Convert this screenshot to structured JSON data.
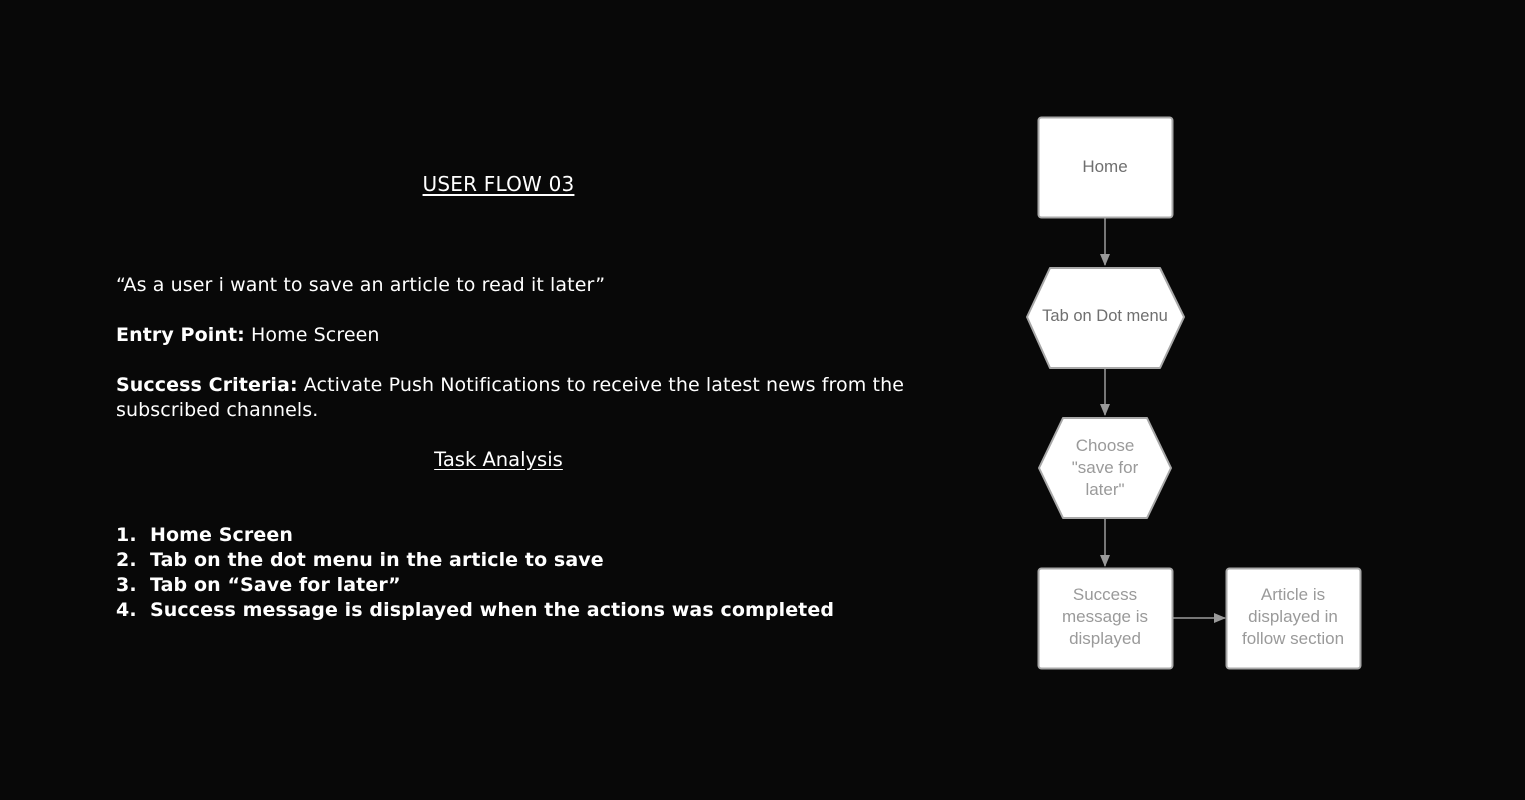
{
  "title": "USER FLOW 03",
  "story": "“As a user i want to save an article to read it later”",
  "entry_point": {
    "label": "Entry Point:",
    "value": " Home Screen"
  },
  "success_criteria": {
    "label": "Success Criteria:",
    "value": " Activate Push Notifications to receive the latest news from the subscribed channels."
  },
  "task_analysis": {
    "heading": "Task Analysis",
    "items": [
      {
        "num": "1.",
        "text": "Home Screen"
      },
      {
        "num": "2.",
        "text": "Tab on the dot menu in the article to save"
      },
      {
        "num": "3.",
        "text": "Tab on “Save for later”"
      },
      {
        "num": "4.",
        "text": "Success message is displayed when the actions was completed"
      }
    ]
  },
  "flowchart": {
    "nodes": [
      {
        "id": "home",
        "shape": "rectangle",
        "lines": [
          "Home"
        ]
      },
      {
        "id": "tab-dot-menu",
        "shape": "hexagon",
        "lines": [
          "Tab on Dot menu"
        ]
      },
      {
        "id": "choose-save",
        "shape": "hexagon",
        "lines": [
          "Choose",
          "\"save for",
          "later\""
        ]
      },
      {
        "id": "success-message",
        "shape": "rectangle",
        "lines": [
          "Success",
          "message is",
          "displayed"
        ]
      },
      {
        "id": "article-displayed",
        "shape": "rectangle",
        "lines": [
          "Article is",
          "displayed in",
          "follow section"
        ]
      }
    ],
    "edges": [
      {
        "from": "home",
        "to": "tab-dot-menu"
      },
      {
        "from": "tab-dot-menu",
        "to": "choose-save"
      },
      {
        "from": "choose-save",
        "to": "success-message"
      },
      {
        "from": "success-message",
        "to": "article-displayed"
      }
    ],
    "colors": {
      "node_fill": "#ffffff",
      "node_stroke": "#a8a8a8",
      "edge": "#9a9a9a",
      "background": "#080808"
    }
  }
}
